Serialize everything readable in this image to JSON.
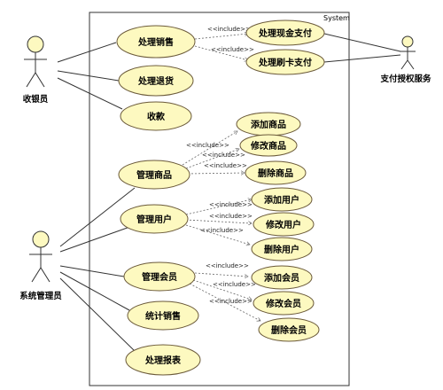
{
  "system": {
    "label": "System"
  },
  "actors": {
    "cashier": "收银员",
    "admin": "系统管理员",
    "payment_service": "支付授权服务"
  },
  "include_label": "<<include>>",
  "use_cases": {
    "process_sale": "处理销售",
    "process_return": "处理退货",
    "collect_payment": "收款",
    "manage_products": "管理商品",
    "manage_users": "管理用户",
    "manage_members": "管理会员",
    "sales_stats": "统计销售",
    "process_reports": "处理报表",
    "cash_payment": "处理现金支付",
    "card_payment": "处理刷卡支付",
    "add_product": "添加商品",
    "edit_product": "修改商品",
    "delete_product": "删除商品",
    "add_user": "添加用户",
    "edit_user": "修改用户",
    "delete_user": "删除用户",
    "add_member": "添加会员",
    "edit_member": "修改会员",
    "delete_member": "删除会员"
  }
}
